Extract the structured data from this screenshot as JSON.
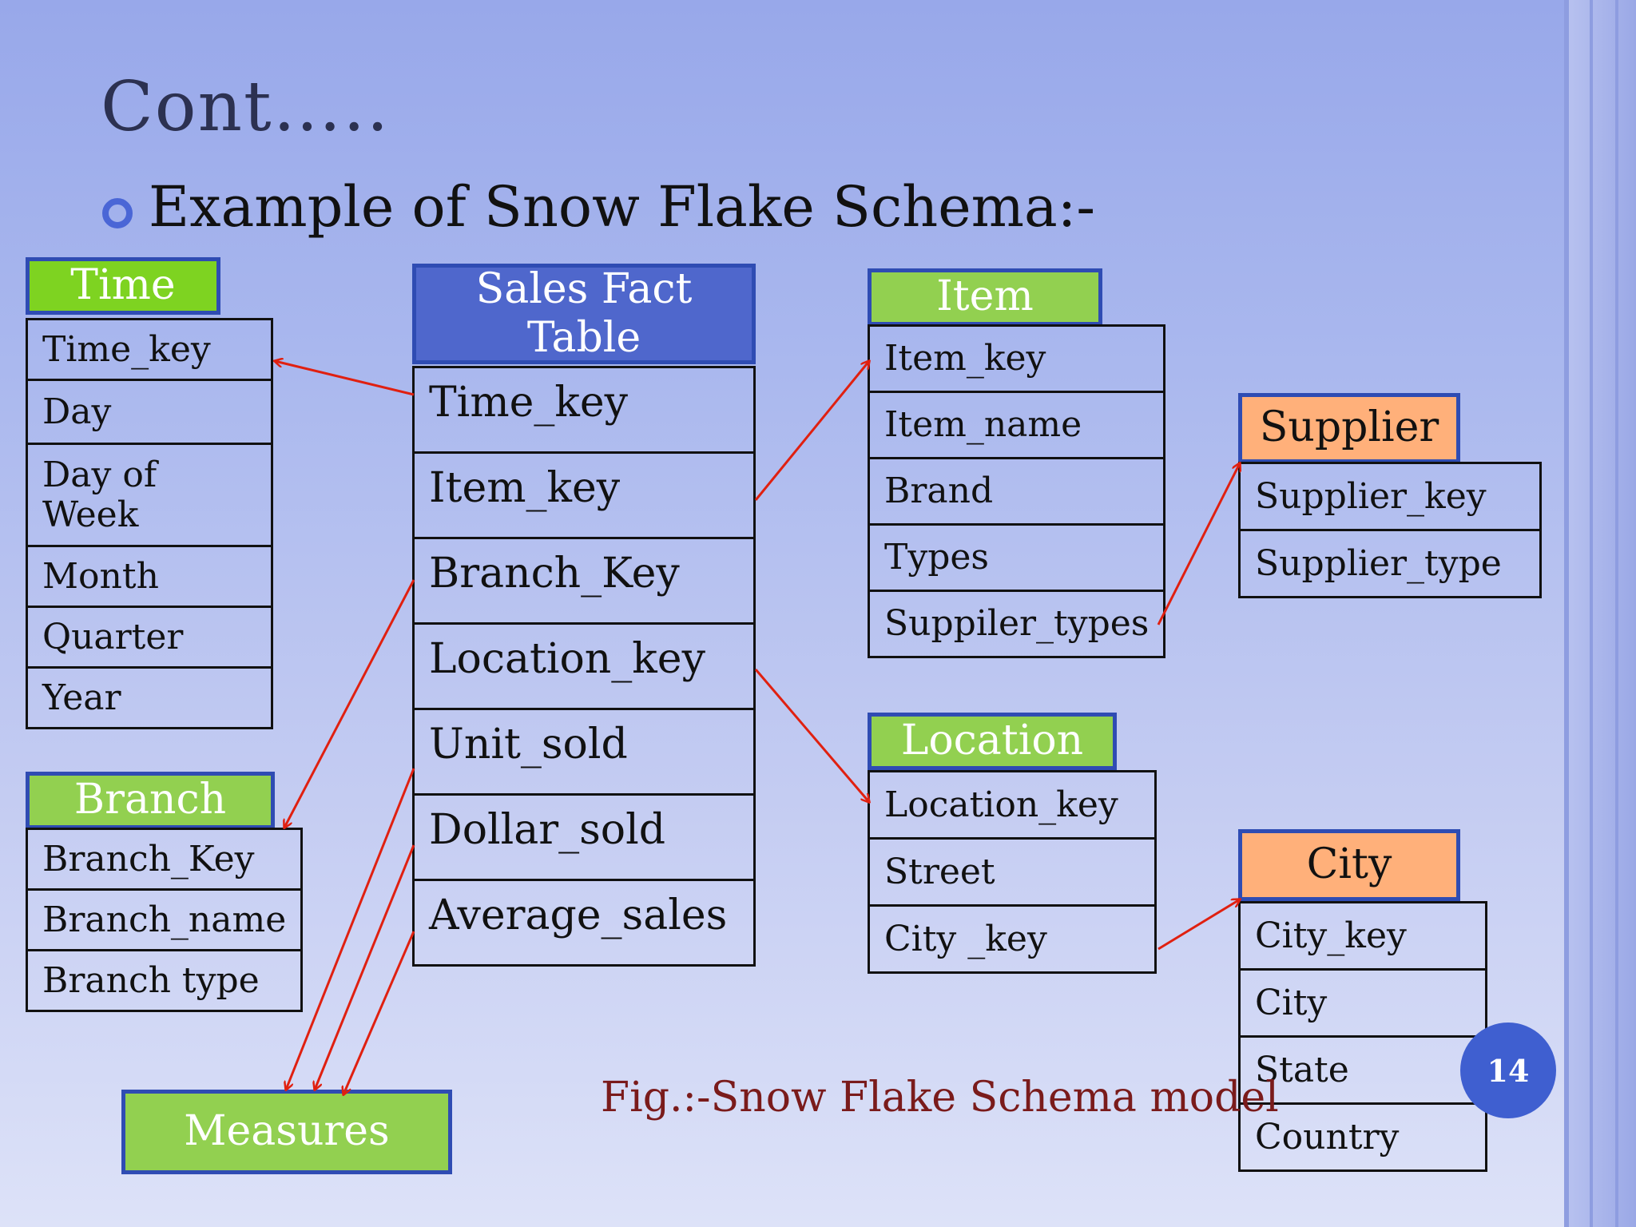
{
  "slide": {
    "title": "Cont…..",
    "bullet": "Example of Snow Flake Schema:-",
    "caption": "Fig.:-Snow Flake Schema model",
    "page_number": "14"
  },
  "tables": {
    "time": {
      "header": "Time",
      "rows": [
        "Time_key",
        "Day",
        "Day of Week",
        "Month",
        "Quarter",
        "Year"
      ]
    },
    "branch": {
      "header": "Branch",
      "rows": [
        "Branch_Key",
        "Branch_name",
        "Branch type"
      ]
    },
    "measures": {
      "header": "Measures"
    },
    "fact": {
      "header": "Sales Fact Table",
      "rows": [
        "Time_key",
        "Item_key",
        "Branch_Key",
        "Location_key",
        "Unit_sold",
        "Dollar_sold",
        "Average_sales"
      ]
    },
    "item": {
      "header": "Item",
      "rows": [
        "Item_key",
        "Item_name",
        "Brand",
        "Types",
        "Suppiler_types"
      ]
    },
    "location": {
      "header": "Location",
      "rows": [
        "Location_key",
        "Street",
        "City _key"
      ]
    },
    "supplier": {
      "header": "Supplier",
      "rows": [
        "Supplier_key",
        "Supplier_type"
      ]
    },
    "city": {
      "header": "City",
      "rows": [
        "City_key",
        "City",
        "State",
        "Country"
      ]
    }
  },
  "colors": {
    "arrow": "#e02010",
    "green_header": "#92d050",
    "orange_header": "#ffb07a",
    "fact_header": "#4f67cc",
    "caption": "#7a1b1b",
    "accent": "#3f5fd0"
  }
}
